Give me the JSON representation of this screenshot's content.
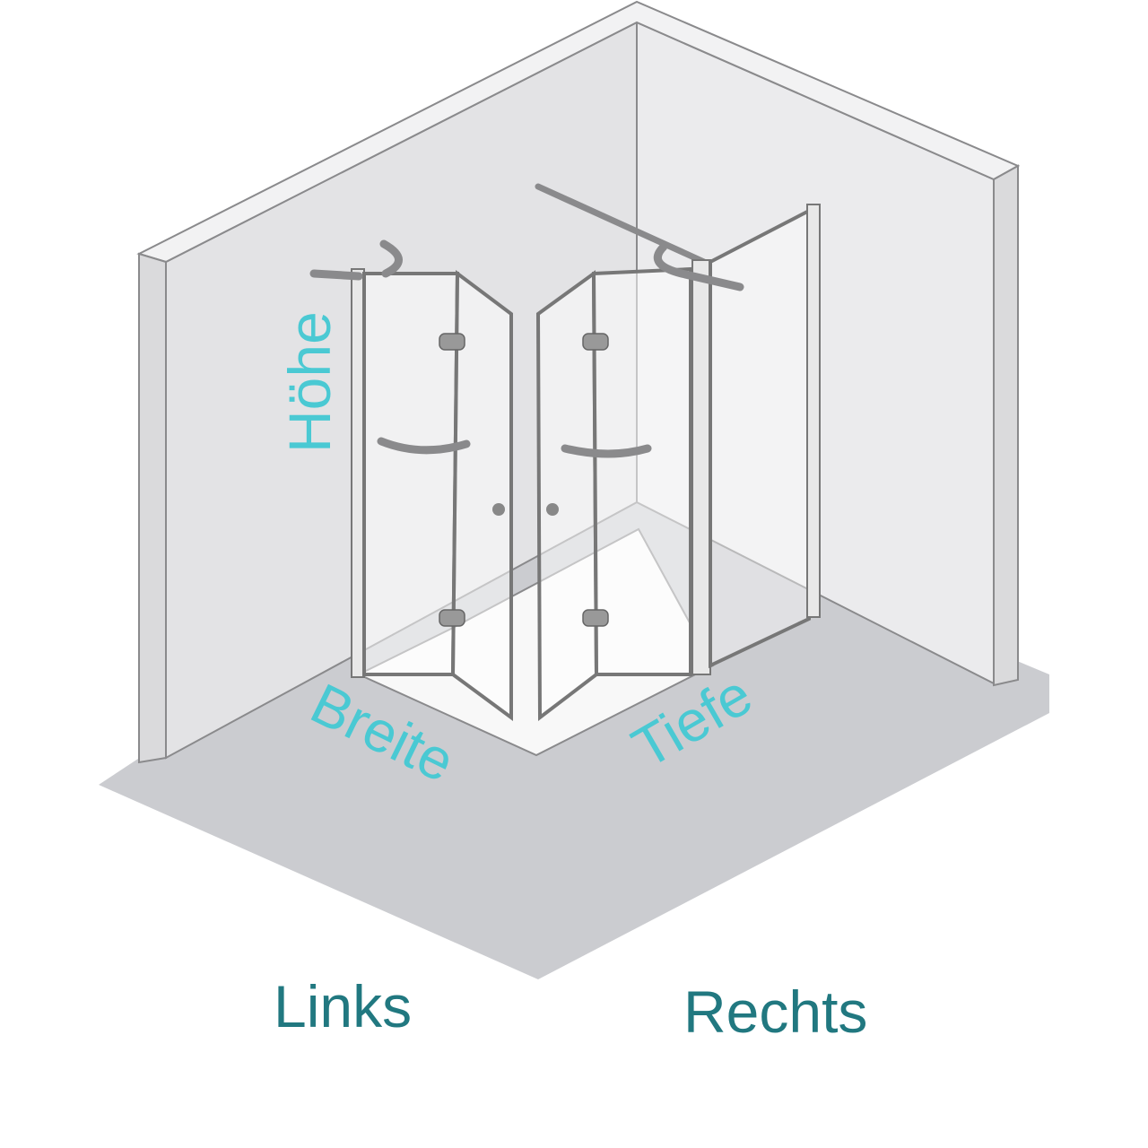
{
  "diagram": {
    "labels": {
      "height": "Höhe",
      "width": "Breite",
      "depth": "Tiefe"
    },
    "variants": {
      "left": "Links",
      "right": "Rechts"
    }
  },
  "colors": {
    "dimension_label": "#4ac9d3",
    "variant_label": "#217880",
    "floor": "#cbccd0",
    "wall": "#e3e3e5",
    "outline": "#8a8a8c"
  }
}
